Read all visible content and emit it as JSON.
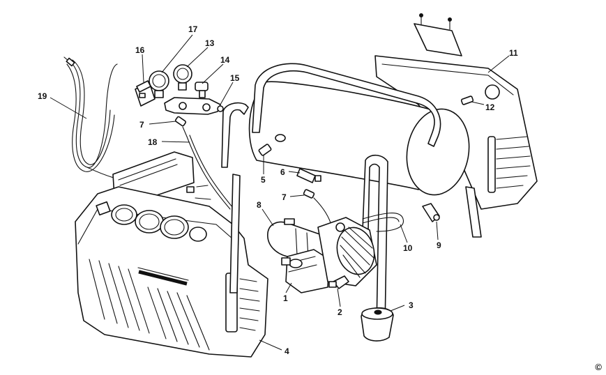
{
  "callouts": {
    "c1": "1",
    "c2": "2",
    "c3": "3",
    "c4": "4",
    "c5": "5",
    "c6": "6",
    "c7a": "7",
    "c7b": "7",
    "c8": "8",
    "c9": "9",
    "c10": "10",
    "c11": "11",
    "c12": "12",
    "c13": "13",
    "c14": "14",
    "c15": "15",
    "c16": "16",
    "c17": "17",
    "c18": "18",
    "c19": "19"
  },
  "copyright": "©",
  "colors": {
    "ink": "#111111",
    "paper": "#ffffff"
  }
}
